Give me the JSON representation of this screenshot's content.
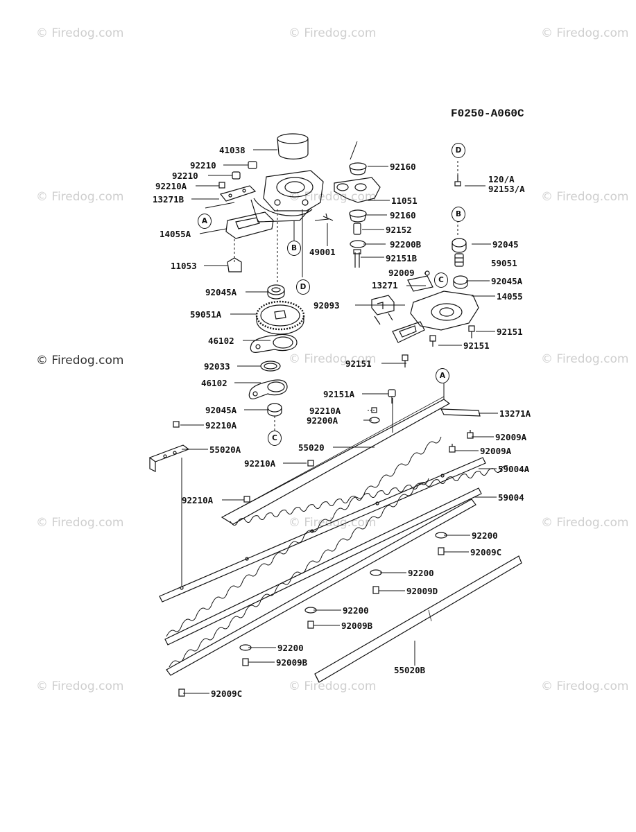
{
  "diagram": {
    "code": "F0250-A060C",
    "watermarks": [
      "© Firedog.com",
      "© Firedog.com",
      "© Firedog.com",
      "© Firedog.com",
      "© Firedog.com",
      "© Firedog.com",
      "© Firedog.com",
      "© Firedog.com",
      "© Firedog.com",
      "© Firedog.com",
      "© Firedog.com",
      "© Firedog.com",
      "© Firedog.com",
      "© Firedog.com",
      "© Firedog.com"
    ],
    "callouts": [
      "A",
      "B",
      "C",
      "D"
    ],
    "parts": {
      "p41038": "41038",
      "p92210a": "92210",
      "p92210b": "92210",
      "p92210A_top": "92210A",
      "p13271B": "13271B",
      "p14055A": "14055A",
      "p11053": "11053",
      "p49001": "49001",
      "p92045A_1": "92045A",
      "p59051A": "59051A",
      "p46102_1": "46102",
      "p92033": "92033",
      "p46102_2": "46102",
      "p92045A_2": "92045A",
      "p92210A_l1": "92210A",
      "p55020A": "55020A",
      "p92210A_l2": "92210A",
      "p92210A_l3": "92210A",
      "p92160_1": "92160",
      "p11051": "11051",
      "p92160_2": "92160",
      "p92152": "92152",
      "p92200B": "92200B",
      "p92151B": "92151B",
      "p92009": "92009",
      "p13271": "13271",
      "p92093": "92093",
      "p14055": "14055",
      "p92151_1": "92151",
      "p92151_2": "92151",
      "p92151_3": "92151",
      "p120A": "120/A",
      "p92153A": "92153/A",
      "p92045": "92045",
      "p59051": "59051",
      "p92045A_3": "92045A",
      "p92151A": "92151A",
      "p92210A_m": "92210A",
      "p92200A": "92200A",
      "p55020": "55020",
      "p13271A": "13271A",
      "p92009A_1": "92009A",
      "p92009A_2": "92009A",
      "p59004A": "59004A",
      "p59004": "59004",
      "p92200_1": "92200",
      "p92009C_1": "92009C",
      "p92200_2": "92200",
      "p92009D": "92009D",
      "p92200_3": "92200",
      "p92009B_1": "92009B",
      "p92200_4": "92200",
      "p92009B_2": "92009B",
      "p92009C_2": "92009C",
      "p55020B": "55020B"
    }
  }
}
